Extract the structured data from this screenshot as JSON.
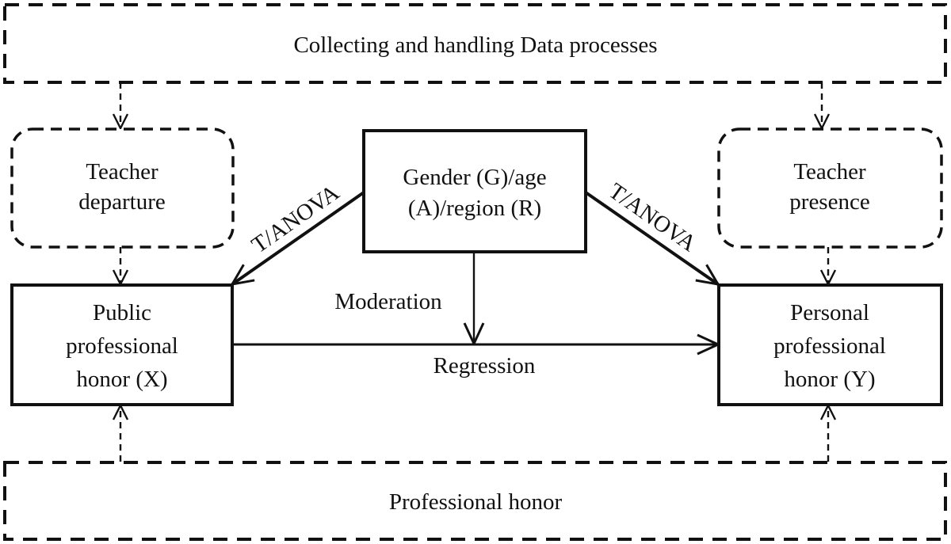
{
  "diagram": {
    "top_box": {
      "label": "Collecting and handling Data processes"
    },
    "teacher_departure": {
      "lines": [
        "Teacher",
        "departure"
      ]
    },
    "teacher_presence": {
      "lines": [
        "Teacher",
        "presence"
      ]
    },
    "demographics": {
      "lines": [
        "Gender (G)/age",
        "(A)/region (R)"
      ]
    },
    "public_honor": {
      "lines": [
        "Public",
        "professional",
        "honor (X)"
      ]
    },
    "personal_honor": {
      "lines": [
        "Personal",
        "professional",
        "honor (Y)"
      ]
    },
    "bottom_box": {
      "label": "Professional honor"
    },
    "edges": {
      "left_ttest": "T/ANOVA",
      "right_ttest": "T/ANOVA",
      "moderation": "Moderation",
      "regression": "Regression"
    },
    "colors": {
      "stroke": "#111111",
      "background": "#ffffff"
    }
  }
}
